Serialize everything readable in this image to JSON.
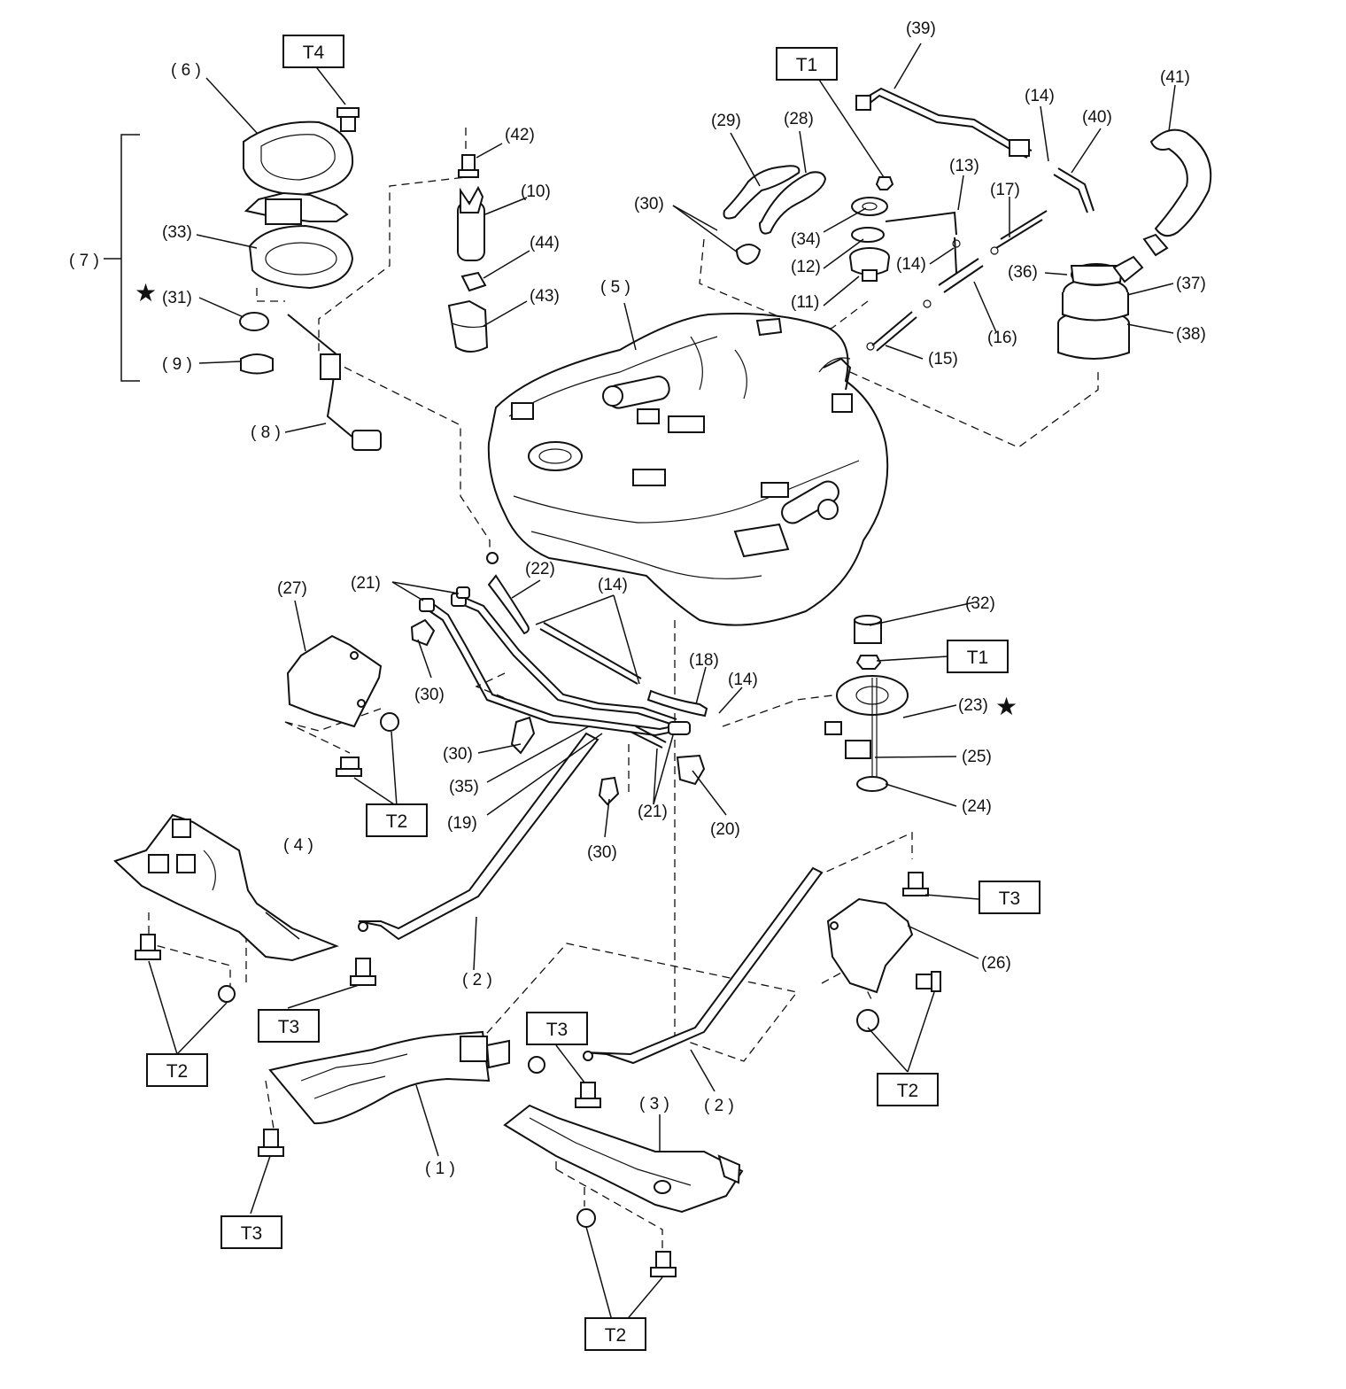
{
  "callouts": {
    "c1": "( 1 )",
    "c2a": "( 2 )",
    "c2b": "( 2 )",
    "c3": "( 3 )",
    "c4": "( 4 )",
    "c5": "( 5 )",
    "c6": "( 6 )",
    "c7": "( 7 )",
    "c8": "( 8 )",
    "c9": "( 9 )",
    "c10": "(10)",
    "c11": "(11)",
    "c12": "(12)",
    "c13": "(13)",
    "c14a": "(14)",
    "c14b": "(14)",
    "c14c": "(14)",
    "c14d": "(14)",
    "c15": "(15)",
    "c16": "(16)",
    "c17": "(17)",
    "c18": "(18)",
    "c19": "(19)",
    "c20": "(20)",
    "c21a": "(21)",
    "c21b": "(21)",
    "c22": "(22)",
    "c23": "(23)",
    "c24": "(24)",
    "c25": "(25)",
    "c26": "(26)",
    "c27": "(27)",
    "c28": "(28)",
    "c29": "(29)",
    "c30a": "(30)",
    "c30b": "(30)",
    "c30c": "(30)",
    "c30d": "(30)",
    "c31": "(31)",
    "c32": "(32)",
    "c33": "(33)",
    "c34": "(34)",
    "c35": "(35)",
    "c36": "(36)",
    "c37": "(37)",
    "c38": "(38)",
    "c39": "(39)",
    "c40": "(40)",
    "c41": "(41)",
    "c42": "(42)",
    "c43": "(43)",
    "c44": "(44)"
  },
  "torque_boxes": {
    "t4": "T4",
    "t1a": "T1",
    "t1b": "T1",
    "t2a": "T2",
    "t2b": "T2",
    "t2c": "T2",
    "t2d": "T2",
    "t3a": "T3",
    "t3b": "T3",
    "t3c": "T3",
    "t3d": "T3"
  },
  "markers": {
    "star": "★"
  }
}
